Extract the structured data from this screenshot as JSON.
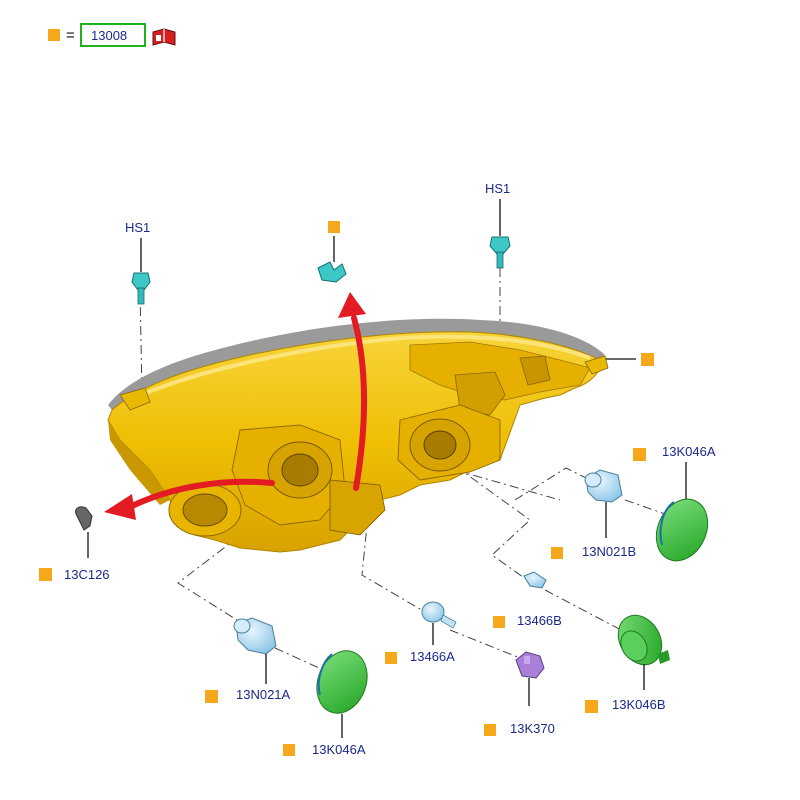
{
  "legend": {
    "equals": "=",
    "part_number": "13008",
    "book_icon": "repair-manual-icon"
  },
  "labels": {
    "hs1_left": "HS1",
    "hs1_right": "HS1",
    "clip_13c126": "13C126",
    "bulb_holder_13n021b": "13N021B",
    "bulb_holder_13n021a": "13N021A",
    "cover_13k046a_top": "13K046A",
    "cover_13k046a_bottom": "13K046A",
    "cover_13k046b": "13K046B",
    "bulb_13466a": "13466A",
    "bulb_13466b": "13466B",
    "bulb_13k370": "13K370"
  },
  "colors": {
    "housing": "#f2c20c",
    "housing_dark": "#c99800",
    "marker": "#f5a81b",
    "arrow": "#e31b23",
    "label": "#1a2a8a",
    "cover": "#3bbd3b",
    "fastener": "#3ec7c7",
    "bulb": "#a9d7ef",
    "purple_bulb": "#a880d8",
    "legend_border": "#1db31d"
  }
}
